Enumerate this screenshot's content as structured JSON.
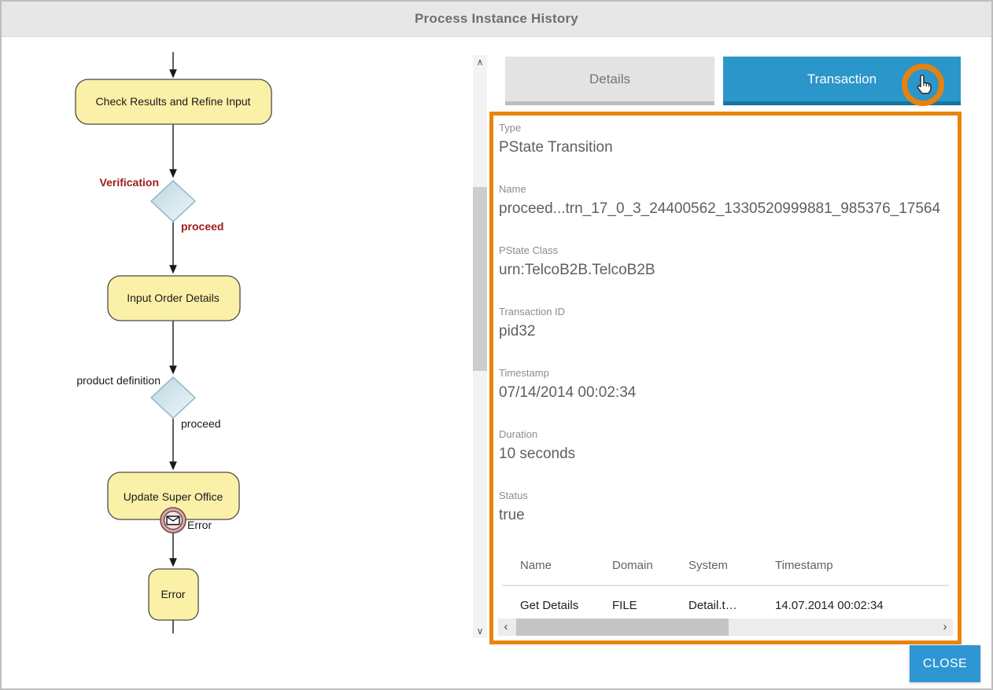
{
  "header": {
    "title": "Process Instance History"
  },
  "diagram": {
    "node_check_results": "Check Results and Refine Input",
    "gateway1_label": "Verification",
    "gateway1_edge": "proceed",
    "node_input_order": "Input Order Details",
    "gateway2_label": "product definition",
    "gateway2_edge": "proceed",
    "node_update_office": "Update Super Office",
    "boundary_event_label": "Error",
    "node_error": "Error"
  },
  "tabs": {
    "details": "Details",
    "transaction": "Transaction"
  },
  "panel": {
    "fields": [
      {
        "label": "Type",
        "value": "PState Transition"
      },
      {
        "label": "Name",
        "value": "proceed...trn_17_0_3_24400562_1330520999881_985376_17564"
      },
      {
        "label": "PState Class",
        "value": "urn:TelcoB2B.TelcoB2B"
      },
      {
        "label": "Transaction ID",
        "value": "pid32"
      },
      {
        "label": "Timestamp",
        "value": "07/14/2014 00:02:34"
      },
      {
        "label": "Duration",
        "value": "10 seconds"
      },
      {
        "label": "Status",
        "value": "true"
      }
    ],
    "table": {
      "headers": [
        "Name",
        "Domain",
        "System",
        "Timestamp"
      ],
      "rows": [
        [
          "Get Details",
          "FILE",
          "Detail.t…",
          "14.07.2014 00:02:34"
        ]
      ]
    }
  },
  "scrollbars": {
    "up_glyph": "∧",
    "down_glyph": "∨",
    "left_glyph": "‹",
    "right_glyph": "›"
  },
  "close_button": {
    "label": "CLOSE"
  },
  "colors": {
    "accent_orange": "#e8850d",
    "tab_blue": "#2b96ca",
    "tab_blue_dark": "#16759e",
    "node_yellow": "#fbf0a8",
    "gateway_blue": "#cfe3ea",
    "edge_red": "#9e1b1b"
  }
}
